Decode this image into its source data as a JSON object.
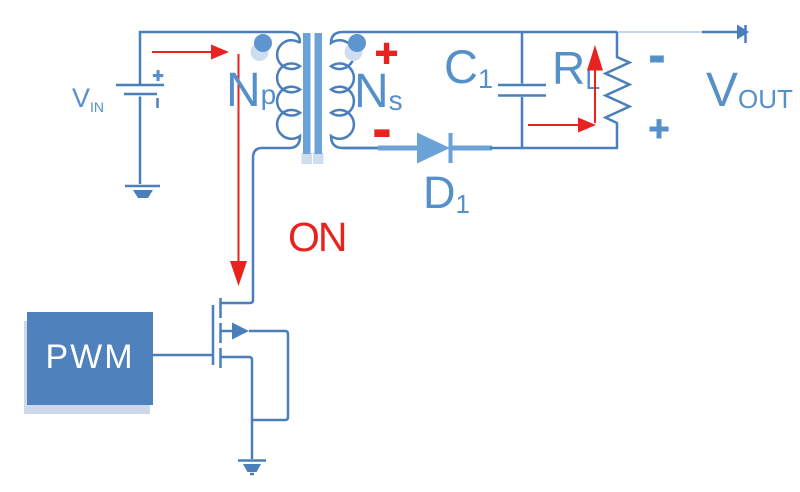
{
  "colors": {
    "wire": "#4b7fbb",
    "label": "#5590cb",
    "light": "#6ba2d8",
    "pale": "#cfdeef",
    "thin": "#9fbedd",
    "red": "#e8231f",
    "pwm_fill": "#4f81bd",
    "pwm_shadow": "#cdd9ea",
    "pwm_text": "#ffffff",
    "background": "#ffffff"
  },
  "labels": {
    "vin": {
      "main": "V",
      "sub": "IN"
    },
    "np": {
      "main": "N",
      "sub": "p"
    },
    "ns": {
      "main": "N",
      "sub": "s"
    },
    "c1": {
      "main": "C",
      "sub": "1"
    },
    "rl": {
      "main": "R",
      "sub": "L"
    },
    "d1": {
      "main": "D",
      "sub": "1"
    },
    "vout": {
      "main": "V",
      "sub": "OUT"
    },
    "pwm_block": "PWM",
    "switch_state": "ON",
    "battery_plus": "+",
    "secondary_plus": "+",
    "secondary_minus": "-",
    "output_minus": "-",
    "output_plus": "+"
  }
}
